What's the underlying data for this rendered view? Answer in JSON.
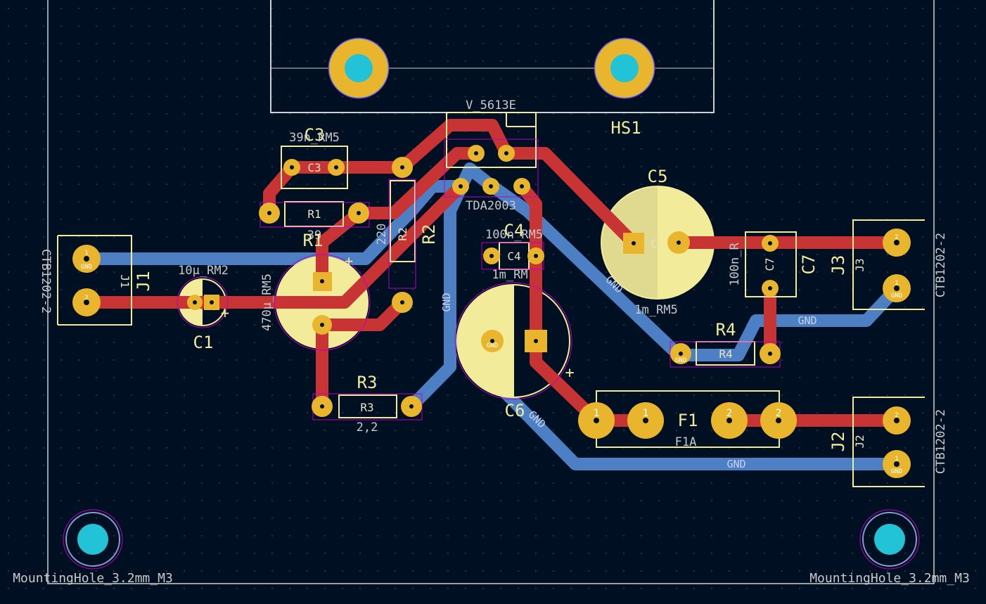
{
  "board": {
    "J1": {
      "ref": "J1",
      "inner": "J1",
      "value": "CTB1202-2",
      "pin1": "1",
      "pin2": "2",
      "pad_label": "GND"
    },
    "J2": {
      "ref": "J2",
      "inner": "J2",
      "value": "CTB1202-2",
      "pin1": "1",
      "pin2": "2",
      "pad_label": "GND"
    },
    "J3": {
      "ref": "J3",
      "inner": "J3",
      "value": "CTB1202-2",
      "pin1": "1",
      "pin2": "2",
      "pad_label": "GND"
    },
    "HS1": {
      "ref": "HS1",
      "value": "V_5613E"
    },
    "U1": {
      "value": "TDA2003"
    },
    "C1": {
      "ref": "C1",
      "value": "10µ_RM2"
    },
    "C2": {
      "value": "470µ_RM5"
    },
    "C3": {
      "ref": "C3",
      "inner": "C3",
      "value": "39n_RM5"
    },
    "C4": {
      "ref": "C4",
      "inner": "C4",
      "value": "100n_RM5",
      "value2": "1m_RM"
    },
    "C5": {
      "ref": "C5",
      "inner": "C",
      "value": "1m_RM5"
    },
    "C6": {
      "ref": "C6"
    },
    "C7": {
      "ref": "C7",
      "inner": "C7",
      "value": "100n_R"
    },
    "R1": {
      "ref": "R1",
      "inner": "R1",
      "value": "39"
    },
    "R2": {
      "ref": "R2",
      "inner": "R2",
      "value": "220"
    },
    "R3": {
      "ref": "R3",
      "inner": "R3",
      "value": "2,2"
    },
    "R4": {
      "ref": "R4",
      "inner": "R4"
    },
    "F1": {
      "ref": "F1",
      "value": "F1A",
      "pin1": "1",
      "pin2": "2"
    },
    "MH1": {
      "value": "MountingHole_3.2mm_M3"
    },
    "MH2": {
      "value": "MountingHole_3.2mm_M3"
    },
    "net_gnd": "GND",
    "plus": "+"
  },
  "colors": {
    "background": "#001023",
    "top_copper": "#c83434",
    "bottom_copper": "#4d7fc4",
    "pad": "#e8b52c",
    "hole": "#22c3d6",
    "silkscreen": "#f2ec9a",
    "courtyard": "#c000c0",
    "edge_cuts": "#d0d0d0"
  }
}
